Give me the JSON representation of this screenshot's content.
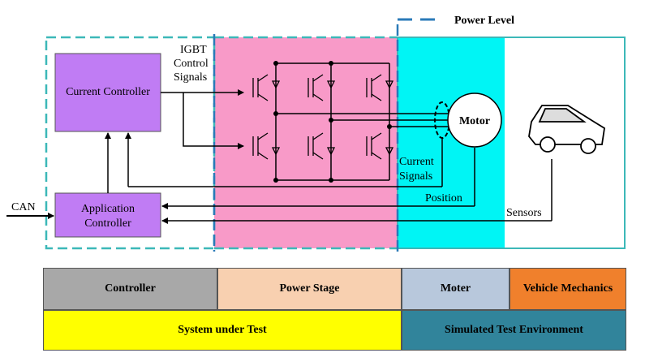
{
  "legend": {
    "power_level": "Power Level"
  },
  "diagram": {
    "current_controller": "Current Controller",
    "application_controller_line1": "Application",
    "application_controller_line2": "Controller",
    "igbt_line1": "IGBT",
    "igbt_line2": "Control",
    "igbt_line3": "Signals",
    "can": "CAN",
    "motor": "Motor",
    "current_signals_line1": "Current",
    "current_signals_line2": "Signals",
    "position": "Position",
    "sensors": "Sensors"
  },
  "bottom_table": {
    "controller": "Controller",
    "power_stage": "Power Stage",
    "moter": "Moter",
    "vehicle_mechanics": "Vehicle Mechanics",
    "system_under_test": "System under Test",
    "simulated_test_environment": "Simulated Test Environment"
  },
  "colors": {
    "controller_purple": "#c07cf4",
    "power_stage_pink": "#f89ac8",
    "motor_cyan": "#00f5f5",
    "dash_blue": "#2a7ab8",
    "outline_teal": "#3cb8b8",
    "controller_gray": "#a8a8a8",
    "power_stage_peach": "#f8d0b0",
    "moter_blue": "#b8c8dc",
    "vehicle_orange": "#f0802c",
    "sut_yellow": "#ffff00",
    "ste_teal": "#31849b"
  }
}
